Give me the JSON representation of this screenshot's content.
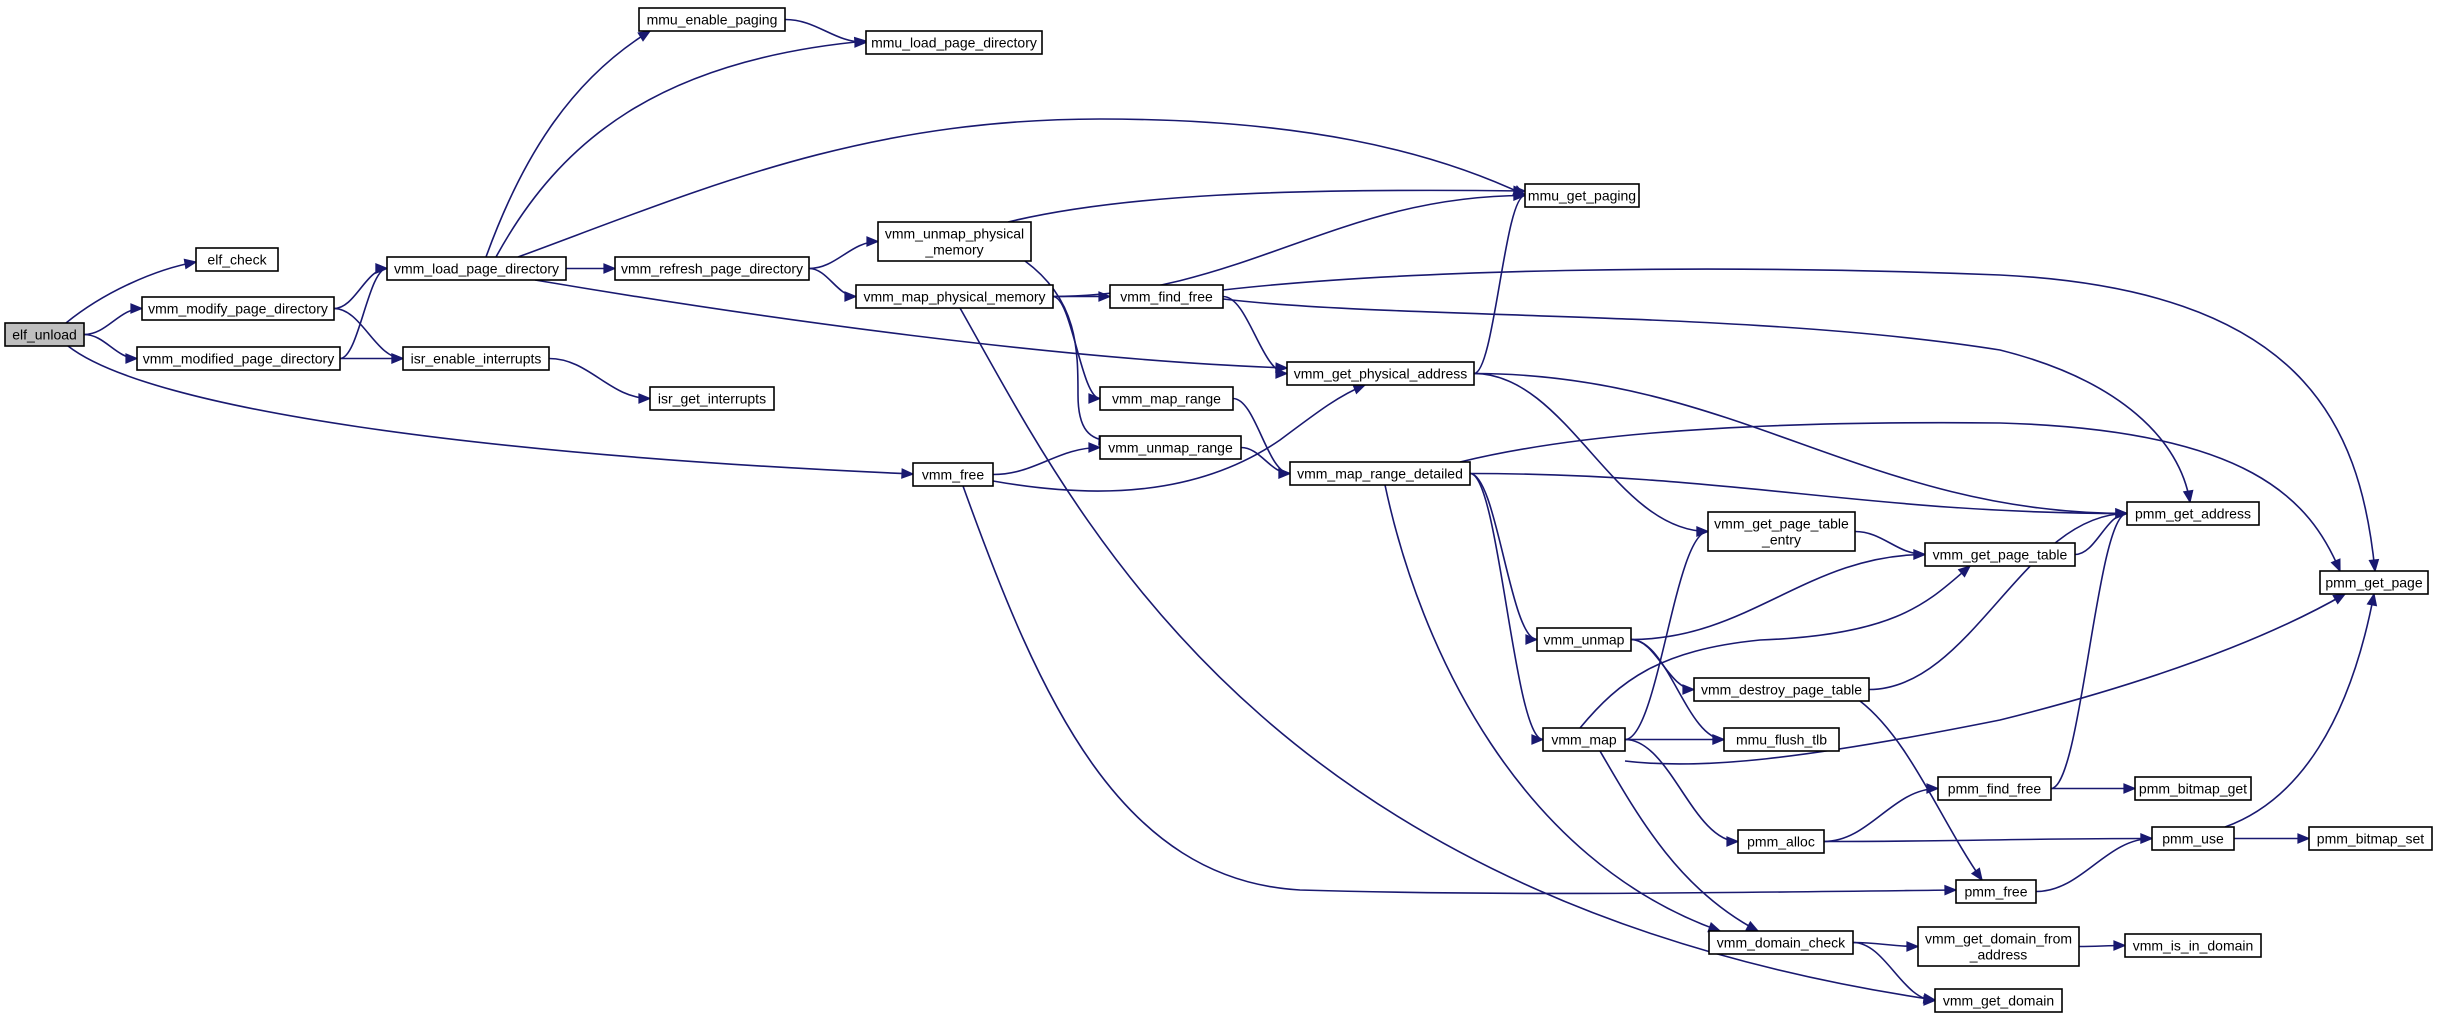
{
  "graph": {
    "colors": {
      "edge": "#191970",
      "node_border": "#000000",
      "root_fill": "#bfbfbf",
      "node_fill": "#ffffff"
    },
    "nodes": {
      "elf_unload": [
        "elf_unload"
      ],
      "elf_check": [
        "elf_check"
      ],
      "vmm_modify_page_directory": [
        "vmm_modify_page_directory"
      ],
      "vmm_modified_page_directory": [
        "vmm_modified_page_directory"
      ],
      "vmm_load_page_directory": [
        "vmm_load_page_directory"
      ],
      "isr_enable_interrupts": [
        "isr_enable_interrupts"
      ],
      "isr_get_interrupts": [
        "isr_get_interrupts"
      ],
      "mmu_enable_paging": [
        "mmu_enable_paging"
      ],
      "mmu_load_page_directory": [
        "mmu_load_page_directory"
      ],
      "vmm_refresh_page_directory": [
        "vmm_refresh_page_directory"
      ],
      "vmm_unmap_physical_memory": [
        "vmm_unmap_physical",
        "_memory"
      ],
      "vmm_map_physical_memory": [
        "vmm_map_physical_memory"
      ],
      "mmu_get_paging": [
        "mmu_get_paging"
      ],
      "vmm_find_free": [
        "vmm_find_free"
      ],
      "vmm_get_physical_address": [
        "vmm_get_physical_address"
      ],
      "vmm_map_range": [
        "vmm_map_range"
      ],
      "vmm_unmap_range": [
        "vmm_unmap_range"
      ],
      "vmm_free": [
        "vmm_free"
      ],
      "vmm_map_range_detailed": [
        "vmm_map_range_detailed"
      ],
      "vmm_get_page_table_entry": [
        "vmm_get_page_table",
        "_entry"
      ],
      "vmm_get_page_table": [
        "vmm_get_page_table"
      ],
      "pmm_get_address": [
        "pmm_get_address"
      ],
      "pmm_get_page": [
        "pmm_get_page"
      ],
      "vmm_unmap": [
        "vmm_unmap"
      ],
      "vmm_destroy_page_table": [
        "vmm_destroy_page_table"
      ],
      "vmm_map": [
        "vmm_map"
      ],
      "mmu_flush_tlb": [
        "mmu_flush_tlb"
      ],
      "pmm_find_free": [
        "pmm_find_free"
      ],
      "pmm_bitmap_get": [
        "pmm_bitmap_get"
      ],
      "pmm_alloc": [
        "pmm_alloc"
      ],
      "pmm_use": [
        "pmm_use"
      ],
      "pmm_bitmap_set": [
        "pmm_bitmap_set"
      ],
      "pmm_free": [
        "pmm_free"
      ],
      "vmm_domain_check": [
        "vmm_domain_check"
      ],
      "vmm_get_domain_from_address": [
        "vmm_get_domain_from",
        "_address"
      ],
      "vmm_is_in_domain": [
        "vmm_is_in_domain"
      ],
      "vmm_get_domain": [
        "vmm_get_domain"
      ]
    },
    "edges": [
      [
        "elf_unload",
        "elf_check"
      ],
      [
        "elf_unload",
        "vmm_modify_page_directory"
      ],
      [
        "elf_unload",
        "vmm_modified_page_directory"
      ],
      [
        "elf_unload",
        "vmm_free"
      ],
      [
        "vmm_modify_page_directory",
        "vmm_load_page_directory"
      ],
      [
        "vmm_modify_page_directory",
        "isr_enable_interrupts"
      ],
      [
        "vmm_modified_page_directory",
        "isr_enable_interrupts"
      ],
      [
        "vmm_modified_page_directory",
        "vmm_load_page_directory"
      ],
      [
        "isr_enable_interrupts",
        "isr_get_interrupts"
      ],
      [
        "vmm_load_page_directory",
        "mmu_enable_paging"
      ],
      [
        "vmm_load_page_directory",
        "mmu_load_page_directory"
      ],
      [
        "vmm_load_page_directory",
        "mmu_get_paging"
      ],
      [
        "vmm_load_page_directory",
        "vmm_refresh_page_directory"
      ],
      [
        "vmm_load_page_directory",
        "vmm_get_physical_address"
      ],
      [
        "mmu_enable_paging",
        "mmu_load_page_directory"
      ],
      [
        "vmm_refresh_page_directory",
        "vmm_unmap_physical_memory"
      ],
      [
        "vmm_refresh_page_directory",
        "vmm_map_physical_memory"
      ],
      [
        "vmm_unmap_physical_memory",
        "mmu_get_paging"
      ],
      [
        "vmm_unmap_physical_memory",
        "vmm_unmap_range"
      ],
      [
        "vmm_map_physical_memory",
        "mmu_get_paging"
      ],
      [
        "vmm_map_physical_memory",
        "vmm_find_free"
      ],
      [
        "vmm_map_physical_memory",
        "vmm_map_range"
      ],
      [
        "vmm_map_physical_memory",
        "vmm_get_domain"
      ],
      [
        "vmm_find_free",
        "vmm_get_physical_address"
      ],
      [
        "vmm_find_free",
        "pmm_get_page"
      ],
      [
        "vmm_find_free",
        "pmm_get_address"
      ],
      [
        "vmm_get_physical_address",
        "mmu_get_paging"
      ],
      [
        "vmm_get_physical_address",
        "pmm_get_address"
      ],
      [
        "vmm_get_physical_address",
        "vmm_get_page_table_entry"
      ],
      [
        "vmm_map_range",
        "vmm_map_range_detailed"
      ],
      [
        "vmm_unmap_range",
        "vmm_map_range_detailed"
      ],
      [
        "vmm_free",
        "vmm_unmap_range"
      ],
      [
        "vmm_free",
        "vmm_get_physical_address"
      ],
      [
        "vmm_free",
        "pmm_free"
      ],
      [
        "vmm_map_range_detailed",
        "pmm_get_address"
      ],
      [
        "vmm_map_range_detailed",
        "pmm_get_page"
      ],
      [
        "vmm_map_range_detailed",
        "vmm_unmap"
      ],
      [
        "vmm_map_range_detailed",
        "vmm_map"
      ],
      [
        "vmm_map_range_detailed",
        "vmm_domain_check"
      ],
      [
        "vmm_get_page_table_entry",
        "vmm_get_page_table"
      ],
      [
        "vmm_get_page_table",
        "pmm_get_address"
      ],
      [
        "vmm_unmap",
        "vmm_get_page_table"
      ],
      [
        "vmm_unmap",
        "vmm_destroy_page_table"
      ],
      [
        "vmm_unmap",
        "mmu_flush_tlb"
      ],
      [
        "vmm_destroy_page_table",
        "pmm_get_address"
      ],
      [
        "vmm_destroy_page_table",
        "pmm_free"
      ],
      [
        "vmm_map",
        "vmm_get_page_table_entry"
      ],
      [
        "vmm_map",
        "vmm_get_page_table"
      ],
      [
        "vmm_map",
        "mmu_flush_tlb"
      ],
      [
        "vmm_map",
        "pmm_get_page"
      ],
      [
        "vmm_map",
        "pmm_alloc"
      ],
      [
        "vmm_map",
        "vmm_domain_check"
      ],
      [
        "pmm_find_free",
        "pmm_get_address"
      ],
      [
        "pmm_find_free",
        "pmm_bitmap_get"
      ],
      [
        "pmm_alloc",
        "pmm_find_free"
      ],
      [
        "pmm_alloc",
        "pmm_use"
      ],
      [
        "pmm_use",
        "pmm_bitmap_set"
      ],
      [
        "pmm_use",
        "pmm_get_page"
      ],
      [
        "pmm_free",
        "pmm_use"
      ],
      [
        "vmm_domain_check",
        "vmm_get_domain_from_address"
      ],
      [
        "vmm_domain_check",
        "vmm_get_domain"
      ],
      [
        "vmm_get_domain_from_address",
        "vmm_is_in_domain"
      ]
    ]
  }
}
